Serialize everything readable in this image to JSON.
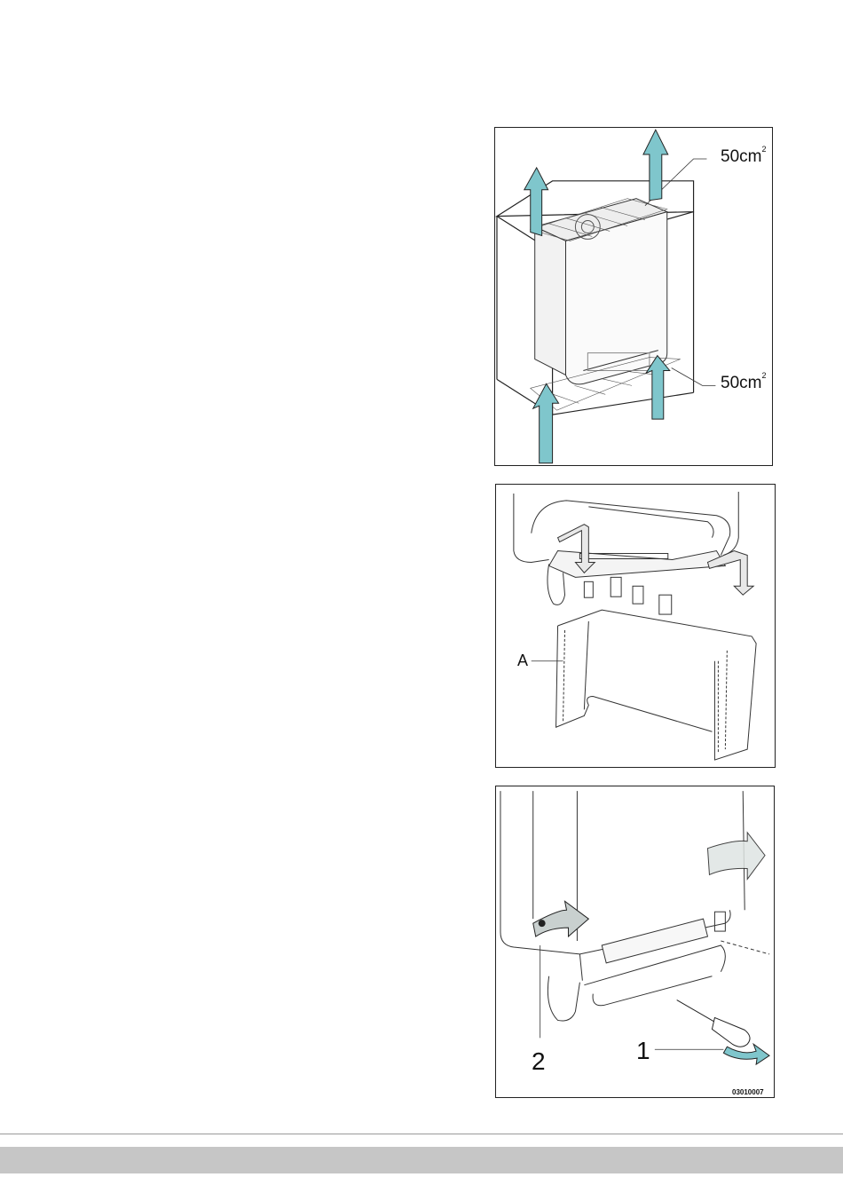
{
  "figures": {
    "ventilation": {
      "label_top": "50cm",
      "label_top_sup": "2",
      "label_bottom": "50cm",
      "label_bottom_sup": "2"
    },
    "cover": {
      "label_a": "A"
    },
    "front_panel": {
      "label_1": "1",
      "label_2": "2",
      "reference_code": "03010007"
    }
  },
  "colors": {
    "arrow_teal": "#7fc6cc",
    "arrow_grey": "#c9d0cf",
    "footer_band": "#c6c6c6"
  }
}
